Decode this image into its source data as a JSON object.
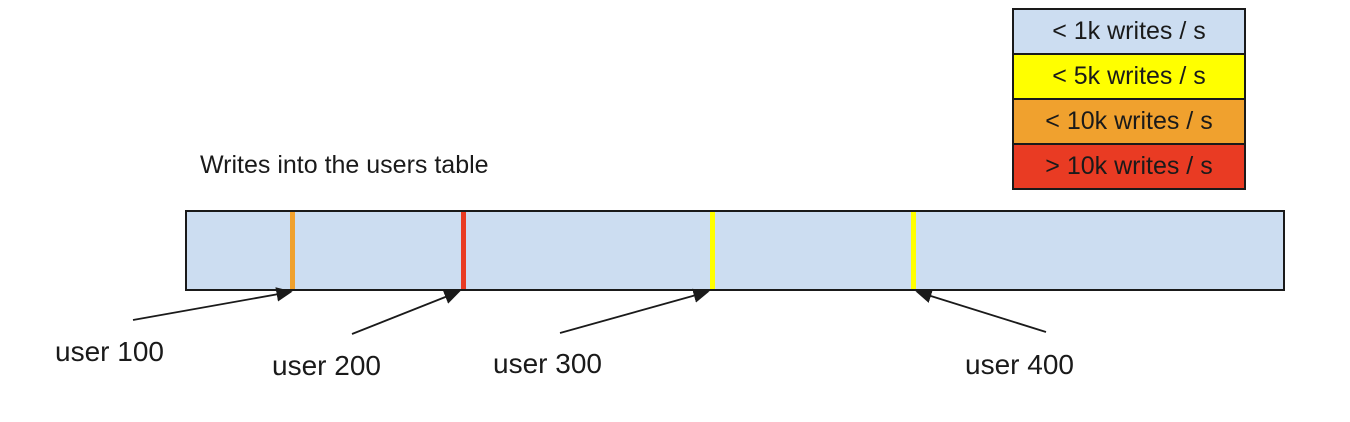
{
  "title": "Writes into the users table",
  "colors": {
    "background": "#ffffff",
    "ink": "#1a1a1a",
    "bar_fill": "#ccddf1"
  },
  "legend": {
    "items": [
      {
        "label": "< 1k writes / s",
        "color": "#ccddf1"
      },
      {
        "label": "< 5k writes / s",
        "color": "#ffff00"
      },
      {
        "label": "< 10k writes / s",
        "color": "#f0a12e"
      },
      {
        "label": "> 10k writes / s",
        "color": "#e93b23"
      }
    ]
  },
  "bar": {
    "markers": [
      {
        "label": "user 100",
        "color": "#f0a12e",
        "rate_category": "< 10k writes / s"
      },
      {
        "label": "user 200",
        "color": "#e93b23",
        "rate_category": "> 10k writes / s"
      },
      {
        "label": "user 300",
        "color": "#ffff00",
        "rate_category": "< 5k writes / s"
      },
      {
        "label": "user 400",
        "color": "#ffff00",
        "rate_category": "< 5k writes / s"
      }
    ]
  }
}
